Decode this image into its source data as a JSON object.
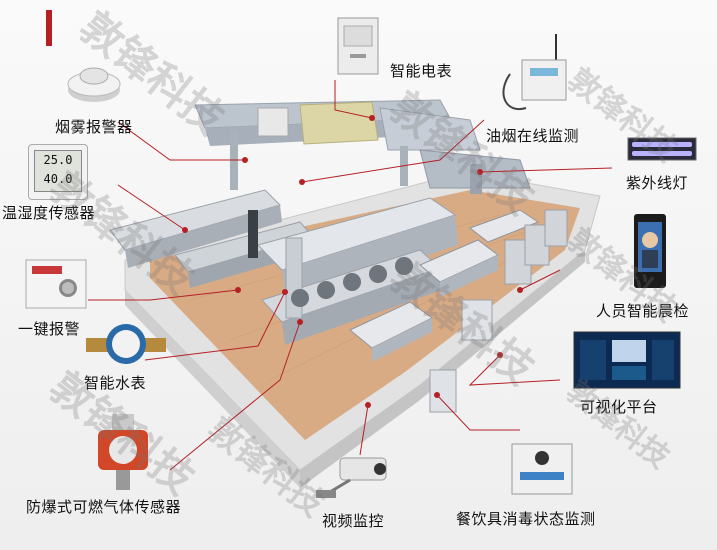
{
  "watermark": "敦锋科技",
  "accent_color": "#b52025",
  "labels": {
    "smoke_alarm": "烟雾报警器",
    "smart_meter": "智能电表",
    "fume_monitor": "油烟在线监测",
    "uv_lamp": "紫外线灯",
    "temp_humidity": "温湿度传感器",
    "staff_check": "人员智能晨检",
    "panic_button": "一键报警",
    "water_meter": "智能水表",
    "visual_platform": "可视化平台",
    "gas_sensor": "防爆式可燃气体传感器",
    "video_monitor": "视频监控",
    "disinfection_monitor": "餐饮具消毒状态监测"
  },
  "thermo": {
    "temp": "25.0",
    "humidity": "40.0"
  },
  "icons": [
    "smoke-detector-icon",
    "electric-meter-cabinet-icon",
    "fume-monitor-box-icon",
    "uv-lamp-icon",
    "thermo-hygrometer-icon",
    "face-recognition-terminal-icon",
    "emergency-button-icon",
    "water-meter-icon",
    "dashboard-monitor-icon",
    "gas-detector-icon",
    "security-camera-icon",
    "disinfection-monitor-box-icon"
  ]
}
